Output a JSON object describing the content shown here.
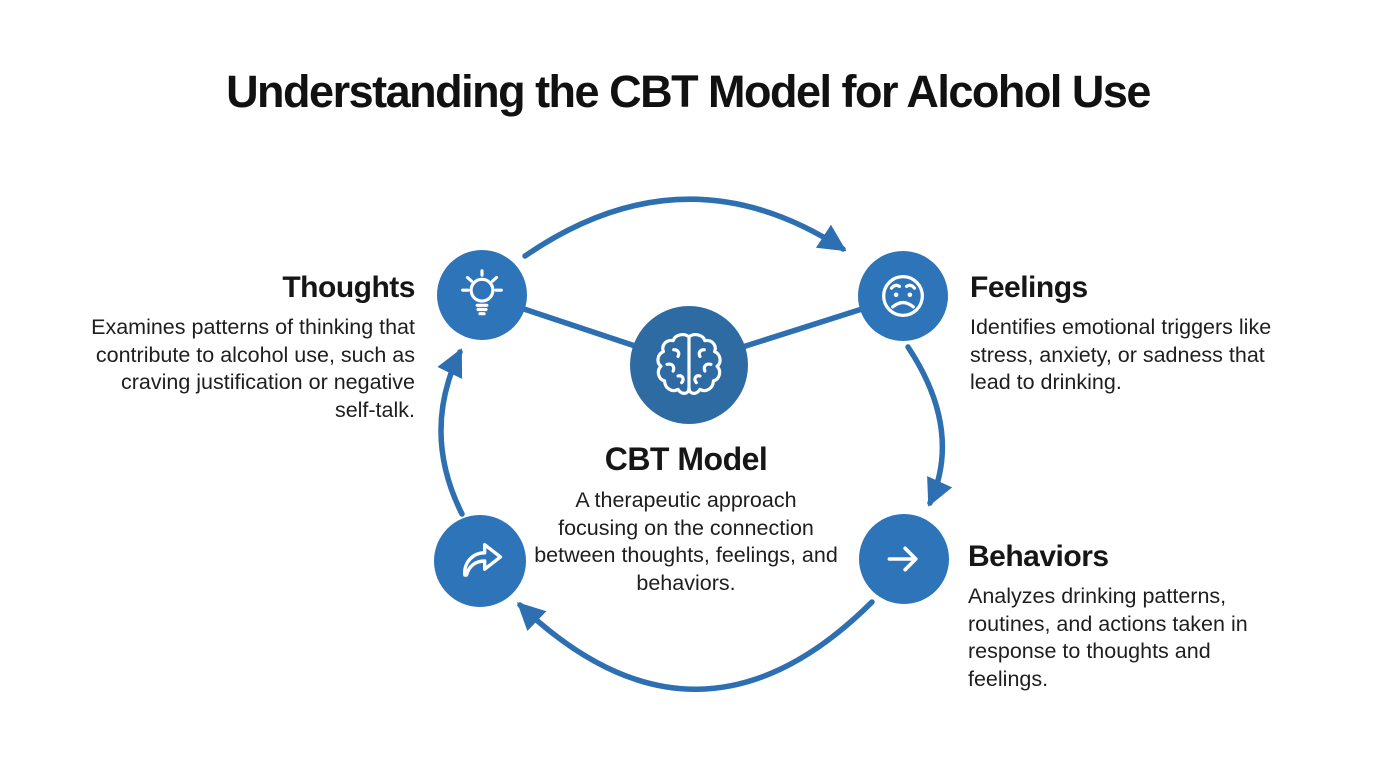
{
  "title": "Understanding the CBT Model for Alcohol Use",
  "colors": {
    "node_blue": "#2e74b9",
    "hub_blue": "#2f6ba3",
    "arrow_blue": "#2e6fb2",
    "icon_white": "#ffffff",
    "text_dark": "#1b1b1b",
    "background": "#ffffff"
  },
  "center": {
    "label": "CBT Model",
    "description": "A therapeutic approach focusing on the connection between thoughts, feelings, and behaviors.",
    "icon": "brain-icon"
  },
  "nodes": [
    {
      "id": "thoughts",
      "label": "Thoughts",
      "description": "Examines patterns of thinking that contribute to alcohol use, such as craving justification or negative self-talk.",
      "icon": "lightbulb-icon"
    },
    {
      "id": "feelings",
      "label": "Feelings",
      "description": "Identifies emotional triggers like stress, anxiety, or sadness that lead to drinking.",
      "icon": "sad-face-icon"
    },
    {
      "id": "behaviors",
      "label": "Behaviors",
      "description": "Analyzes drinking patterns, routines, and actions taken in response to thoughts and feelings.",
      "icon": "arrow-right-icon"
    },
    {
      "id": "cycle",
      "label": "",
      "description": "",
      "icon": "curved-arrow-icon"
    }
  ],
  "edges": [
    {
      "from": "thoughts",
      "to": "feelings",
      "style": "curved-arrow"
    },
    {
      "from": "feelings",
      "to": "behaviors",
      "style": "curved-arrow"
    },
    {
      "from": "behaviors",
      "to": "cycle",
      "style": "curved-arrow"
    },
    {
      "from": "cycle",
      "to": "thoughts",
      "style": "curved-arrow"
    },
    {
      "from": "thoughts",
      "to": "cbt-model",
      "style": "line"
    },
    {
      "from": "cbt-model",
      "to": "feelings",
      "style": "line"
    }
  ]
}
